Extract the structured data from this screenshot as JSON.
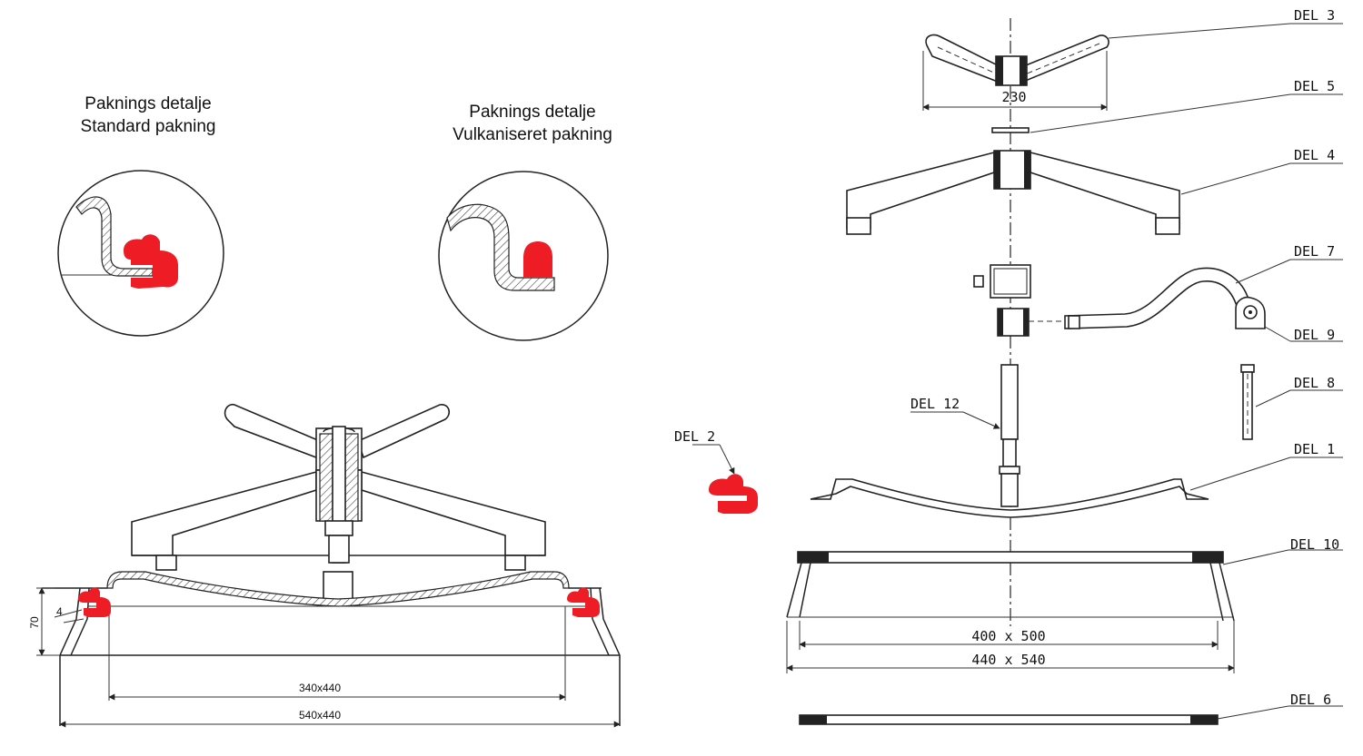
{
  "colors": {
    "gasket": "#ee1c25",
    "line": "#222222",
    "background": "#ffffff"
  },
  "details": {
    "standard": {
      "title": "Paknings detalje",
      "subtitle": "Standard pakning"
    },
    "vulcanized": {
      "title": "Paknings detalje",
      "subtitle": "Vulkaniseret pakning"
    }
  },
  "assembly": {
    "dim_inner": "340x440",
    "dim_outer": "540x440",
    "dim_height": "70",
    "dim_small": "4"
  },
  "exploded": {
    "parts": {
      "del3": "DEL 3",
      "del5": "DEL 5",
      "del4": "DEL 4",
      "del7": "DEL 7",
      "del9": "DEL 9",
      "del8": "DEL 8",
      "del12": "DEL 12",
      "del1": "DEL 1",
      "del10": "DEL 10",
      "del6": "DEL 6",
      "del2": "DEL 2"
    },
    "dim_handle": "230",
    "dim_frame_inner": "400 x 500",
    "dim_frame_outer": "440 x 540"
  }
}
